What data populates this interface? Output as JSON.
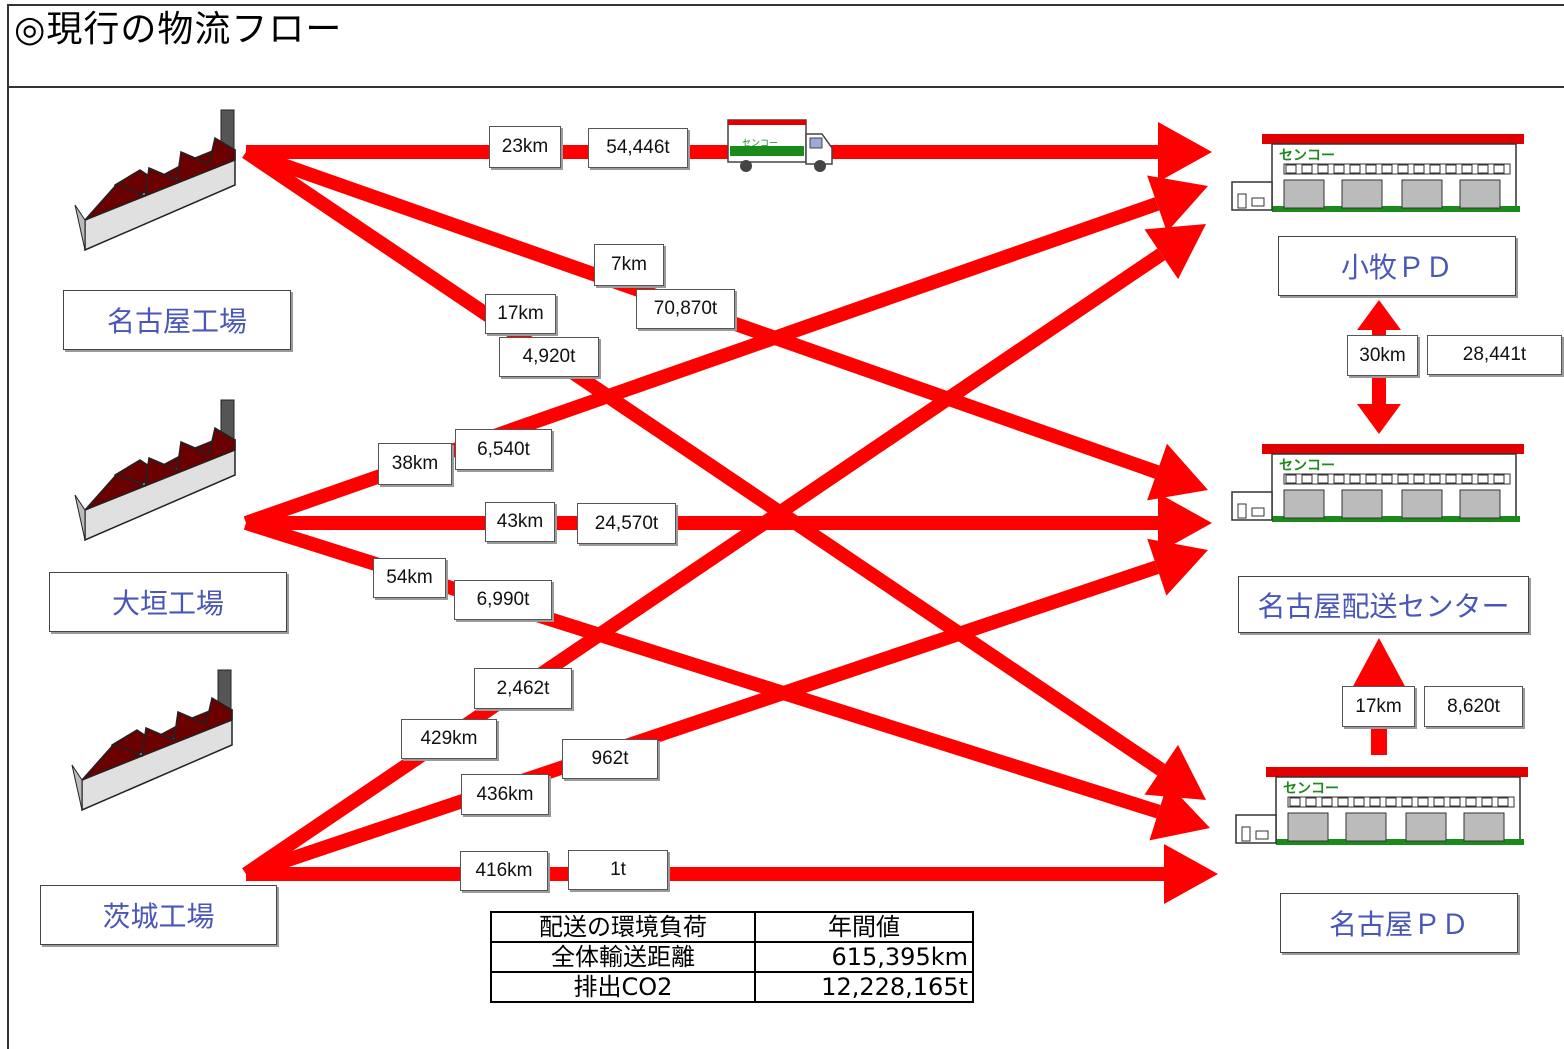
{
  "page_title": "◎現行の物流フロー",
  "factories": {
    "nagoya": "名古屋工場",
    "ogaki": "大垣工場",
    "ibaraki": "茨城工場"
  },
  "destinations": {
    "komaki": "小牧ＰＤ",
    "nagoya_center": "名古屋配送センター",
    "nagoya_pd": "名古屋ＰＤ"
  },
  "warehouse_sign": "センコー",
  "truck_text": "センコー",
  "routes": {
    "nagoya_to_komaki": {
      "distance": "23km",
      "tonnage": "54,446t"
    },
    "nagoya_to_center": {
      "distance": "7km",
      "tonnage": "70,870t"
    },
    "nagoya_to_pd": {
      "distance": "17km",
      "tonnage": "4,920t"
    },
    "ogaki_to_komaki": {
      "distance": "38km",
      "tonnage": "6,540t"
    },
    "ogaki_to_center": {
      "distance": "43km",
      "tonnage": "24,570t"
    },
    "ogaki_to_pd": {
      "distance": "54km",
      "tonnage": "6,990t"
    },
    "ibaraki_to_komaki": {
      "distance": "429km",
      "tonnage": "2,462t"
    },
    "ibaraki_to_center": {
      "distance": "436km",
      "tonnage": "962t"
    },
    "ibaraki_to_pd": {
      "distance": "416km",
      "tonnage": "1t"
    },
    "komaki_center": {
      "distance": "30km",
      "tonnage": "28,441t"
    },
    "pd_center": {
      "distance": "17km",
      "tonnage": "8,620t"
    }
  },
  "summary_table": {
    "header": [
      "配送の環境負荷",
      "年間値"
    ],
    "rows": [
      [
        "全体輸送距離",
        "615,395km"
      ],
      [
        "排出CO2",
        "12,228,165t"
      ]
    ]
  },
  "colors": {
    "arrow": "#ff0000",
    "roof": "#6b0000",
    "label_text": "#4a57b8",
    "warehouse_green": "#1a8a1a"
  }
}
